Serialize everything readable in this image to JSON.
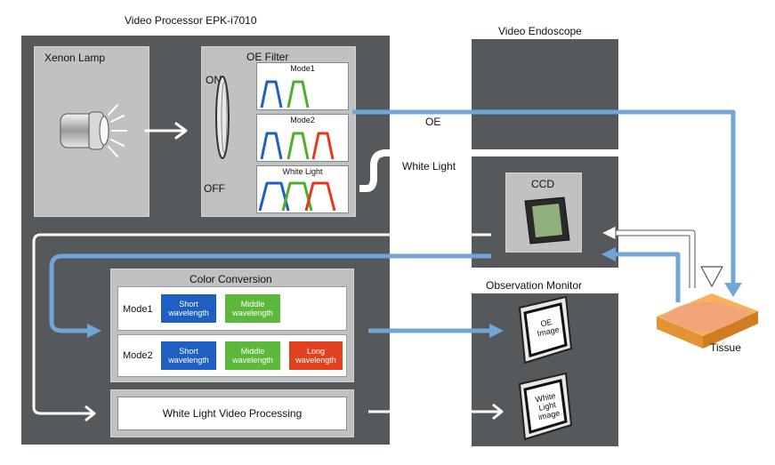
{
  "titles": {
    "processor": "Video Processor EPK-i7010",
    "endoscope": "Video Endoscope",
    "monitor": "Observation Monitor"
  },
  "lamp": {
    "label": "Xenon Lamp"
  },
  "filter": {
    "title": "OE Filter",
    "on_label": "ON",
    "off_label": "OFF",
    "modes": [
      {
        "name": "Mode1",
        "curves": [
          "#1f5fc4",
          "#4caf2a"
        ]
      },
      {
        "name": "Mode2",
        "curves": [
          "#1f5fc4",
          "#4caf2a",
          "#e23a1f"
        ]
      },
      {
        "name": "White Light",
        "curves": [
          "#1f5fc4",
          "#4caf2a",
          "#e23a1f"
        ]
      }
    ]
  },
  "paths": {
    "oe": "OE",
    "white_light": "White Light"
  },
  "ccd": {
    "label": "CCD"
  },
  "tissue": {
    "label": "Tissue"
  },
  "color_conversion": {
    "title": "Color Conversion",
    "rows": [
      {
        "mode": "Mode1",
        "chips": [
          {
            "text": "Short wavelength",
            "color": "#1f5fc4"
          },
          {
            "text": "Middle wavelength",
            "color": "#5cb83a"
          }
        ]
      },
      {
        "mode": "Mode2",
        "chips": [
          {
            "text": "Short wavelength",
            "color": "#1f5fc4"
          },
          {
            "text": "Middle wavelength",
            "color": "#5cb83a"
          },
          {
            "text": "Long wavelength",
            "color": "#e2411f"
          }
        ]
      }
    ]
  },
  "wl_processing": {
    "label": "White Light Video Processing"
  },
  "monitor_images": {
    "oe": "OE Image",
    "white_light": "White Light image"
  },
  "colors": {
    "panel": "#55595b",
    "subpanel": "#bfc1c2",
    "oe_arrow": "#6fa6d6"
  }
}
